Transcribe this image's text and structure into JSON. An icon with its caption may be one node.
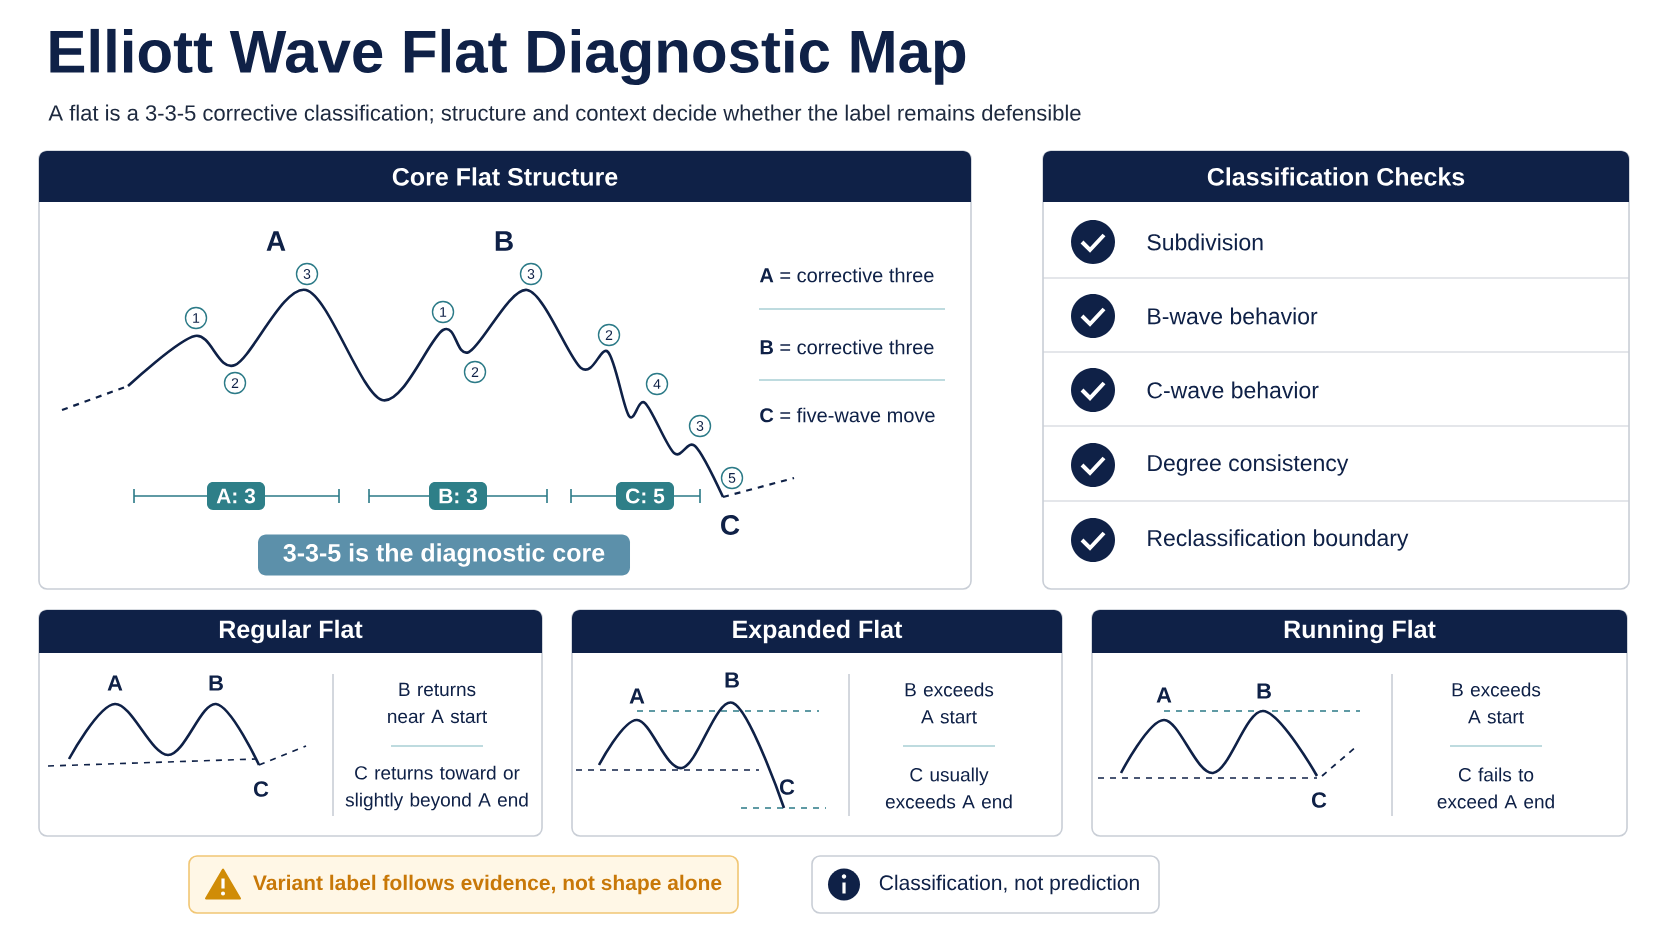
{
  "diagram": {
    "title": "Elliott Wave Flat Diagnostic Map",
    "caption": "A flat is a 3-3-5 corrective classification; structure and context decide whether the label remains defensible",
    "nodes": [
      {
        "text": [
          "Core Flat Structure"
        ]
      },
      {
        "text": [
          "A: 3"
        ],
        "in": 0
      },
      {
        "text": [
          "B: 3"
        ],
        "in": 0
      },
      {
        "text": [
          "C: 5"
        ],
        "in": 0
      },
      {
        "text": [
          "3-3-5 is the diagnostic core"
        ],
        "in": 0
      },
      {
        "text": [
          "Classification Checks"
        ]
      },
      {
        "text": [
          "Subdivision"
        ],
        "in": 5
      },
      {
        "text": [
          "B-wave behavior"
        ],
        "in": 5
      },
      {
        "text": [
          "C-wave behavior"
        ],
        "in": 5
      },
      {
        "text": [
          "Degree consistency"
        ],
        "in": 5
      },
      {
        "text": [
          "Reclassification boundary"
        ],
        "in": 5
      },
      {
        "text": [
          "Regular Flat",
          "B returns near A start",
          "C returns toward or slightly beyond A end"
        ]
      },
      {
        "text": [
          "Expanded Flat",
          "B exceeds A start",
          "C usually exceeds A end"
        ]
      },
      {
        "text": [
          "Running Flat",
          "B exceeds A start",
          "C fails to exceed A end"
        ]
      },
      {
        "text": [
          "Variant label follows evidence, not shape alone"
        ]
      },
      {
        "text": [
          "Classification, not prediction"
        ]
      }
    ],
    "labels": [
      "A",
      "B",
      "1",
      "2",
      "3",
      "1",
      "2",
      "3",
      "2",
      "4",
      "3",
      "5",
      "C",
      "**A** = corrective three",
      "**B** = corrective three",
      "**C** = five-wave move",
      "A",
      "B",
      "C",
      "A",
      "B",
      "C",
      "A",
      "B",
      "C"
    ]
  }
}
